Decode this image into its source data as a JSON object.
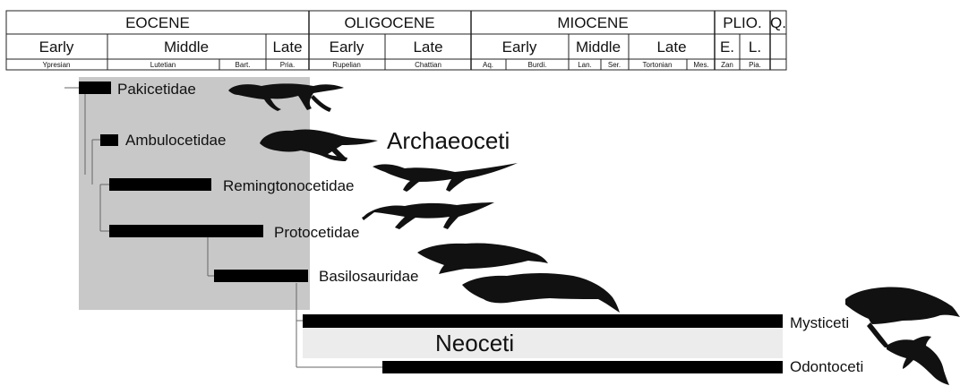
{
  "timescale": {
    "epochs": [
      "EOCENE",
      "OLIGOCENE",
      "MIOCENE",
      "PLIO.",
      "Q."
    ],
    "subepochs": [
      "Early",
      "Middle",
      "Late",
      "Early",
      "Late",
      "Early",
      "Middle",
      "Late",
      "E.",
      "L."
    ],
    "stages": [
      "Ypresian",
      "Lutetian",
      "Bart.",
      "Pria.",
      "Rupelian",
      "Chattian",
      "Aq.",
      "Burdi.",
      "Lan.",
      "Ser.",
      "Tortonian",
      "Mes.",
      "Zan",
      "Pia."
    ]
  },
  "taxa": [
    {
      "key": "pakicetidae",
      "label": "Pakicetidae"
    },
    {
      "key": "ambulocetidae",
      "label": "Ambulocetidae"
    },
    {
      "key": "remingtonocetidae",
      "label": "Remingtonocetidae"
    },
    {
      "key": "protocetidae",
      "label": "Protocetidae"
    },
    {
      "key": "basilosauridae",
      "label": "Basilosauridae"
    },
    {
      "key": "mysticeti",
      "label": "Mysticeti"
    },
    {
      "key": "odontoceti",
      "label": "Odontoceti"
    }
  ],
  "groups": {
    "archaeoceti": "Archaeoceti",
    "neoceti": "Neoceti"
  },
  "colors": {
    "archaeoceti_shade": "#c8c8c8",
    "neoceti_shade": "#ececec",
    "range_bar": "#000000",
    "silhouette": "#111111",
    "table_line": "#222222"
  },
  "icons": {
    "pakicetidae": "pakicetus-silhouette-icon",
    "ambulocetidae": "ambulocetus-silhouette-icon",
    "remingtonocetidae": "remingtonocetus-silhouette-icon",
    "protocetidae": "protocetus-silhouette-icon",
    "basilosauridae": "basilosaurus-silhouette-icon",
    "mysticeti": "baleen-whale-silhouette-icon",
    "odontoceti": "dolphin-silhouette-icon"
  }
}
